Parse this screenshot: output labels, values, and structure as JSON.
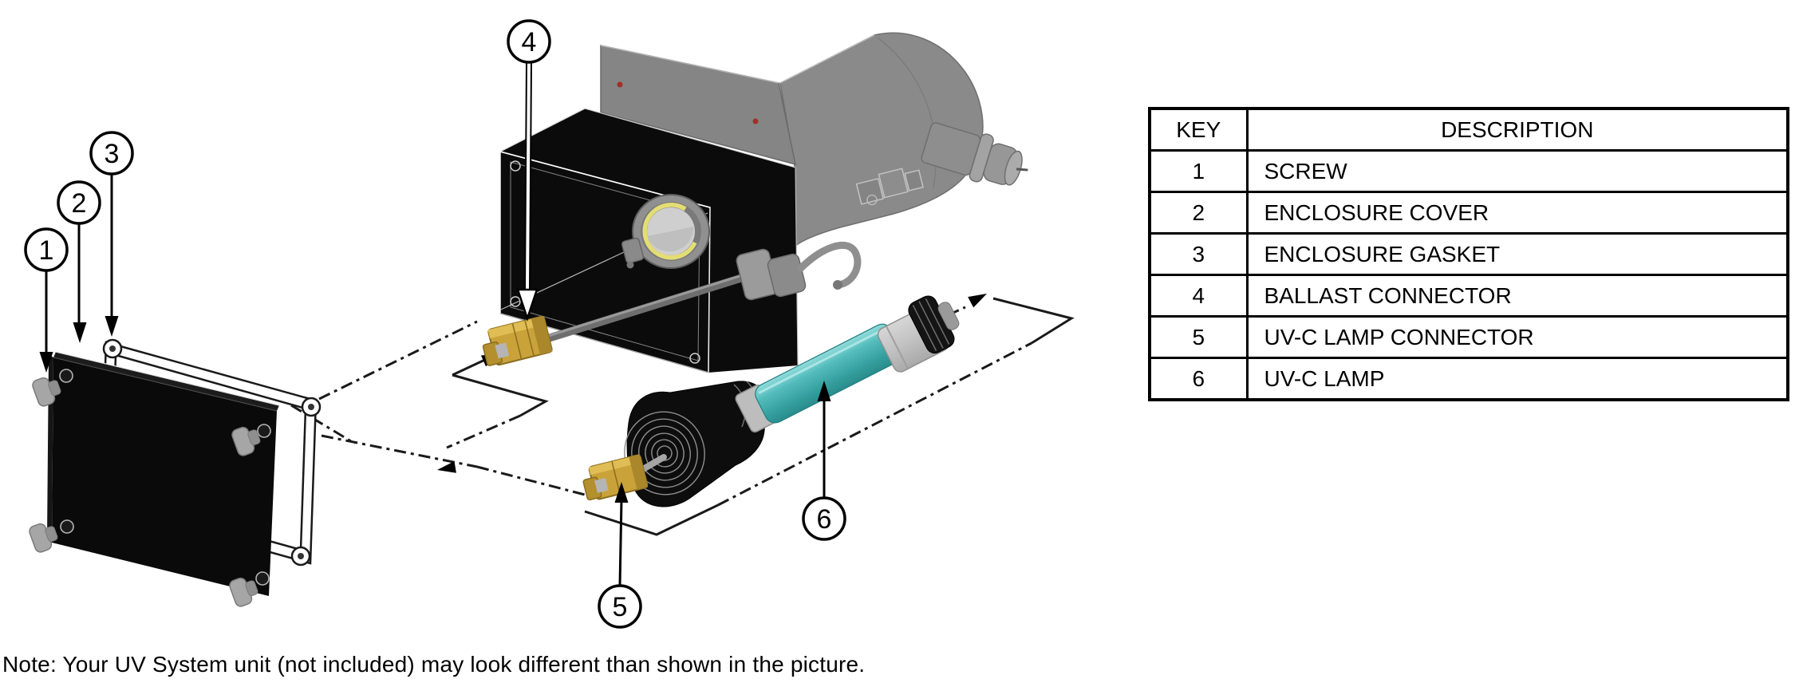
{
  "figure": {
    "callouts": [
      {
        "number": "1"
      },
      {
        "number": "2"
      },
      {
        "number": "3"
      },
      {
        "number": "4"
      },
      {
        "number": "5"
      },
      {
        "number": "6"
      }
    ],
    "note": "Note: Your UV System unit (not included) may look different than shown in the picture."
  },
  "parts_table": {
    "headers": {
      "key": "KEY",
      "description": "DESCRIPTION"
    },
    "rows": [
      {
        "key": "1",
        "description": "SCREW"
      },
      {
        "key": "2",
        "description": "ENCLOSURE COVER"
      },
      {
        "key": "3",
        "description": "ENCLOSURE GASKET"
      },
      {
        "key": "4",
        "description": "BALLAST CONNECTOR"
      },
      {
        "key": "5",
        "description": "UV-C LAMP CONNECTOR"
      },
      {
        "key": "6",
        "description": "UV-C LAMP"
      }
    ]
  },
  "colors": {
    "uv_lamp_teal": "#4cb6b6",
    "connector_yellow": "#c9a23a",
    "unit_gray": "#8a8a8a",
    "line_black": "#111111"
  }
}
